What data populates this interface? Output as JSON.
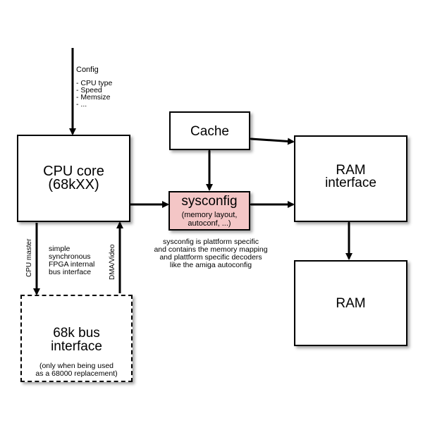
{
  "config_note": {
    "title": "Config",
    "items": [
      "- CPU type",
      "- Speed",
      "- Memsize",
      "- ..."
    ]
  },
  "boxes": {
    "cpu": {
      "line1": "CPU core",
      "line2": "(68kXX)"
    },
    "cache": {
      "label": "Cache"
    },
    "sysconfig": {
      "title": "sysconfig",
      "sub1": "(memory layout,",
      "sub2": "autoconf, ...)"
    },
    "ram_interface": {
      "line1": "RAM",
      "line2": "interface"
    },
    "ram": {
      "label": "RAM"
    },
    "bus": {
      "line1": "68k bus",
      "line2": "interface",
      "sub1": "(only when being used",
      "sub2": "as a 68000 replacement)"
    }
  },
  "sysconfig_note": [
    "sysconfig is plattform specific",
    "and contains the memory mapping",
    "and plattform specific decoders",
    "like the amiga autoconfig"
  ],
  "bus_note": [
    "simple",
    "synchronous",
    "FPGA internal",
    "bus interface"
  ],
  "edge_labels": {
    "cpu_master": "CPU master",
    "dma_video": "DMA/Video"
  },
  "colors": {
    "sysconfig_fill": "#f4c6c6",
    "stroke": "#000000"
  }
}
